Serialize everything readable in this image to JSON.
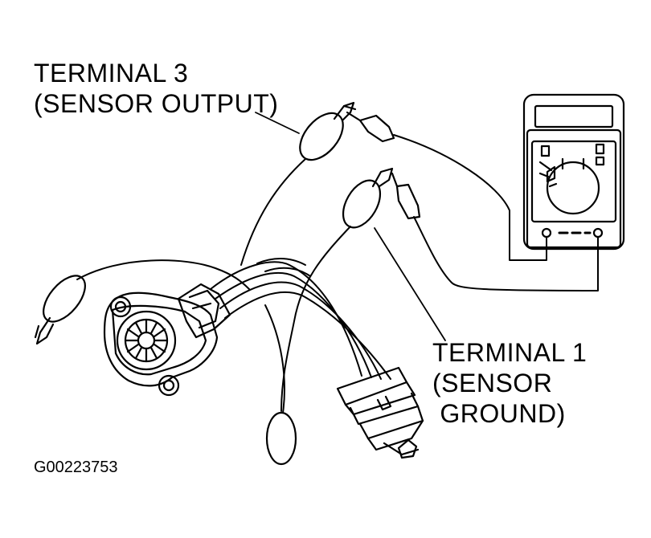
{
  "labels": {
    "terminal3_line1": "TERMINAL 3",
    "terminal3_line2": "(SENSOR OUTPUT)",
    "terminal1_line1": "TERMINAL 1",
    "terminal1_line2": "(SENSOR",
    "terminal1_line3": " GROUND)"
  },
  "figure_code": "G00223753",
  "colors": {
    "ink": "#000000",
    "paper": "#ffffff"
  },
  "icons": [
    "multimeter-icon",
    "tps-sensor-icon",
    "alligator-clip-icon",
    "wire-connector-icon"
  ]
}
